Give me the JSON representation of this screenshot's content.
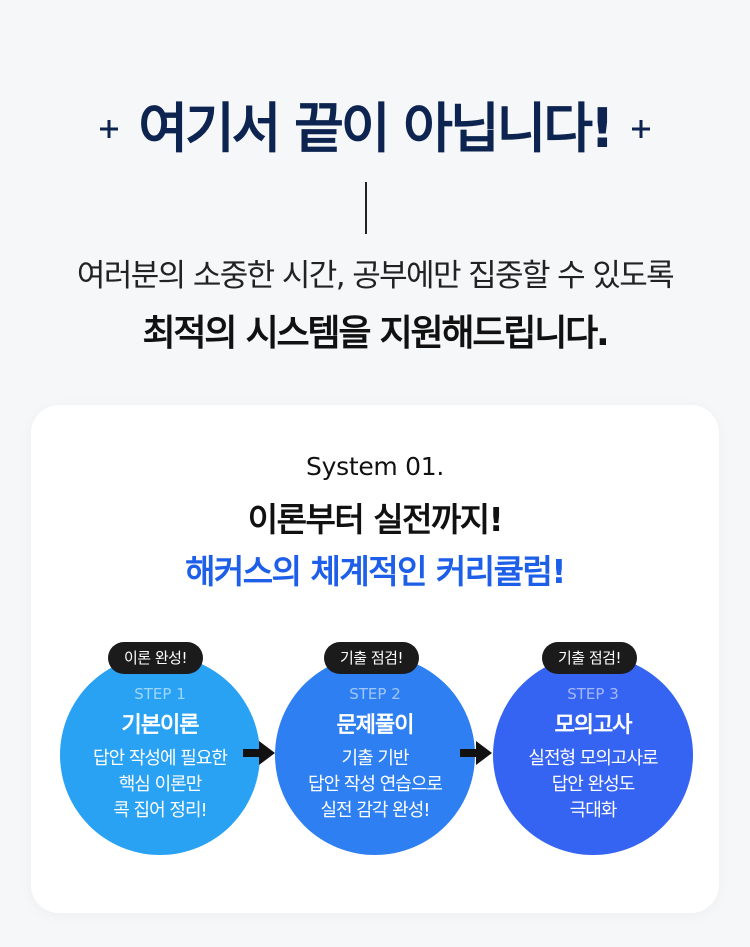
{
  "headline": {
    "title": "여기서 끝이 아닙니다!",
    "sparkle_color": "#0d2450",
    "title_color": "#0d2450"
  },
  "subtitle": {
    "line1": "여러분의 소중한 시간, 공부에만 집중할 수 있도록",
    "line2": "최적의 시스템을 지원해드립니다."
  },
  "system": {
    "label": "System 01.",
    "title1": "이론부터 실전까지!",
    "title2": "해커스의 체계적인 커리큘럼!",
    "accent_color": "#1d5fe8",
    "steps": [
      {
        "badge": "이론 완성!",
        "num": "STEP 1",
        "name": "기본이론",
        "desc": [
          "답안 작성에 필요한",
          "핵심 이론만",
          "콕 집어 정리!"
        ],
        "color": "#2aa2f4"
      },
      {
        "badge": "기출 점검!",
        "num": "STEP 2",
        "name": "문제풀이",
        "desc": [
          "기출 기반",
          "답안 작성 연습으로",
          "실전 감각 완성!"
        ],
        "color": "#2e80f2"
      },
      {
        "badge": "기출 점검!",
        "num": "STEP 3",
        "name": "모의고사",
        "desc": [
          "실전형 모의고사로",
          "답안 완성도",
          "극대화"
        ],
        "color": "#3563f2"
      }
    ],
    "arrow_icon": "arrow-right-icon"
  }
}
